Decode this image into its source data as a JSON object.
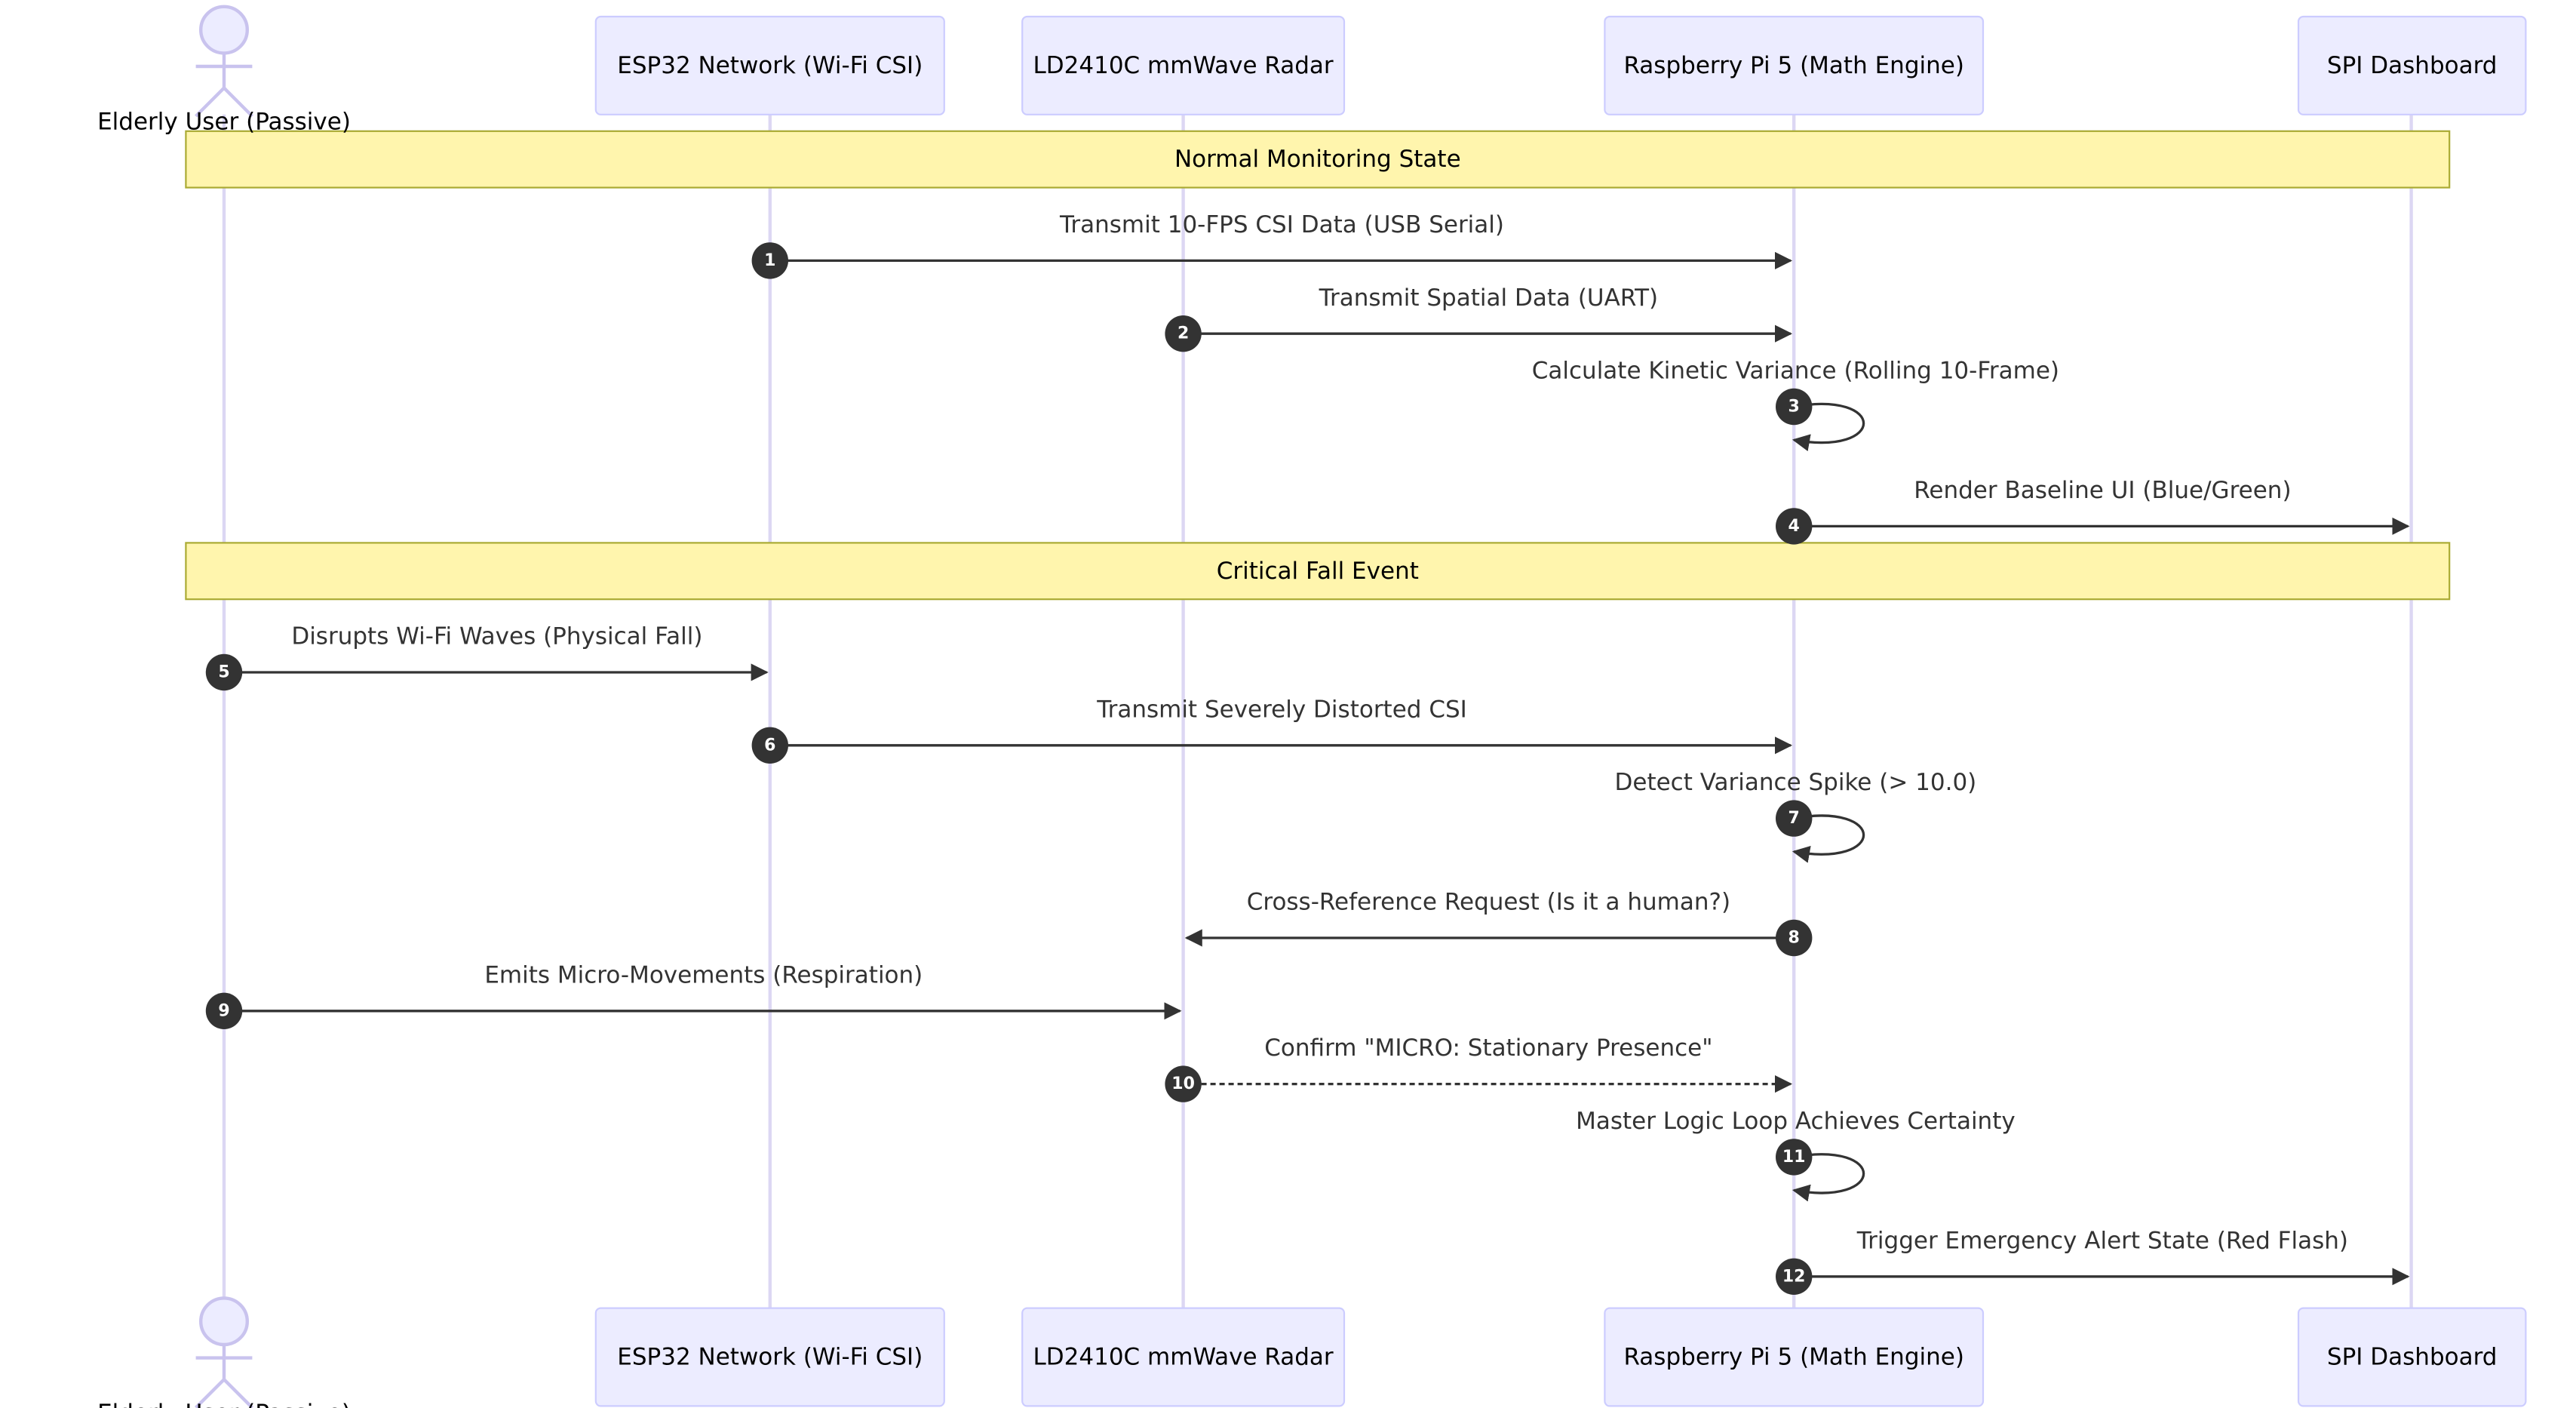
{
  "participants": [
    {
      "id": "user",
      "label": "Elderly User (Passive)",
      "kind": "actor"
    },
    {
      "id": "esp32",
      "label": "ESP32 Network (Wi-Fi CSI)",
      "kind": "box"
    },
    {
      "id": "radar",
      "label": "LD2410C mmWave Radar",
      "kind": "box"
    },
    {
      "id": "pi",
      "label": "Raspberry Pi 5 (Math Engine)",
      "kind": "box"
    },
    {
      "id": "dash",
      "label": "SPI Dashboard",
      "kind": "box"
    }
  ],
  "notes": [
    {
      "text": "Normal Monitoring State",
      "before_step": 1
    },
    {
      "text": "Critical Fall Event",
      "before_step": 5
    }
  ],
  "messages": [
    {
      "n": "1",
      "from": "esp32",
      "to": "pi",
      "text": "Transmit 10-FPS CSI Data (USB Serial)",
      "style": "solid"
    },
    {
      "n": "2",
      "from": "radar",
      "to": "pi",
      "text": "Transmit Spatial Data (UART)",
      "style": "solid"
    },
    {
      "n": "3",
      "from": "pi",
      "to": "pi",
      "text": "Calculate Kinetic Variance (Rolling 10-Frame)",
      "style": "solid"
    },
    {
      "n": "4",
      "from": "pi",
      "to": "dash",
      "text": "Render Baseline UI (Blue/Green)",
      "style": "solid"
    },
    {
      "n": "5",
      "from": "user",
      "to": "esp32",
      "text": "Disrupts Wi-Fi Waves (Physical Fall)",
      "style": "solid"
    },
    {
      "n": "6",
      "from": "esp32",
      "to": "pi",
      "text": "Transmit Severely Distorted CSI",
      "style": "solid"
    },
    {
      "n": "7",
      "from": "pi",
      "to": "pi",
      "text": "Detect Variance Spike (> 10.0)",
      "style": "solid"
    },
    {
      "n": "8",
      "from": "pi",
      "to": "radar",
      "text": "Cross-Reference Request (Is it a human?)",
      "style": "solid"
    },
    {
      "n": "9",
      "from": "user",
      "to": "radar",
      "text": "Emits Micro-Movements (Respiration)",
      "style": "solid"
    },
    {
      "n": "10",
      "from": "radar",
      "to": "pi",
      "text": "Confirm \"MICRO: Stationary Presence\"",
      "style": "dashed"
    },
    {
      "n": "11",
      "from": "pi",
      "to": "pi",
      "text": "Master Logic Loop Achieves Certainty",
      "style": "solid"
    },
    {
      "n": "12",
      "from": "pi",
      "to": "dash",
      "text": "Trigger Emergency Alert State (Red Flash)",
      "style": "solid"
    }
  ],
  "colors": {
    "participant_fill": "#ECECFF",
    "participant_border": "#CCCCFF",
    "lifeline": "#DCD7F3",
    "note_fill": "#FFF5AD",
    "note_border": "#AAAA33",
    "message_line": "#333333",
    "badge": "#333333"
  }
}
